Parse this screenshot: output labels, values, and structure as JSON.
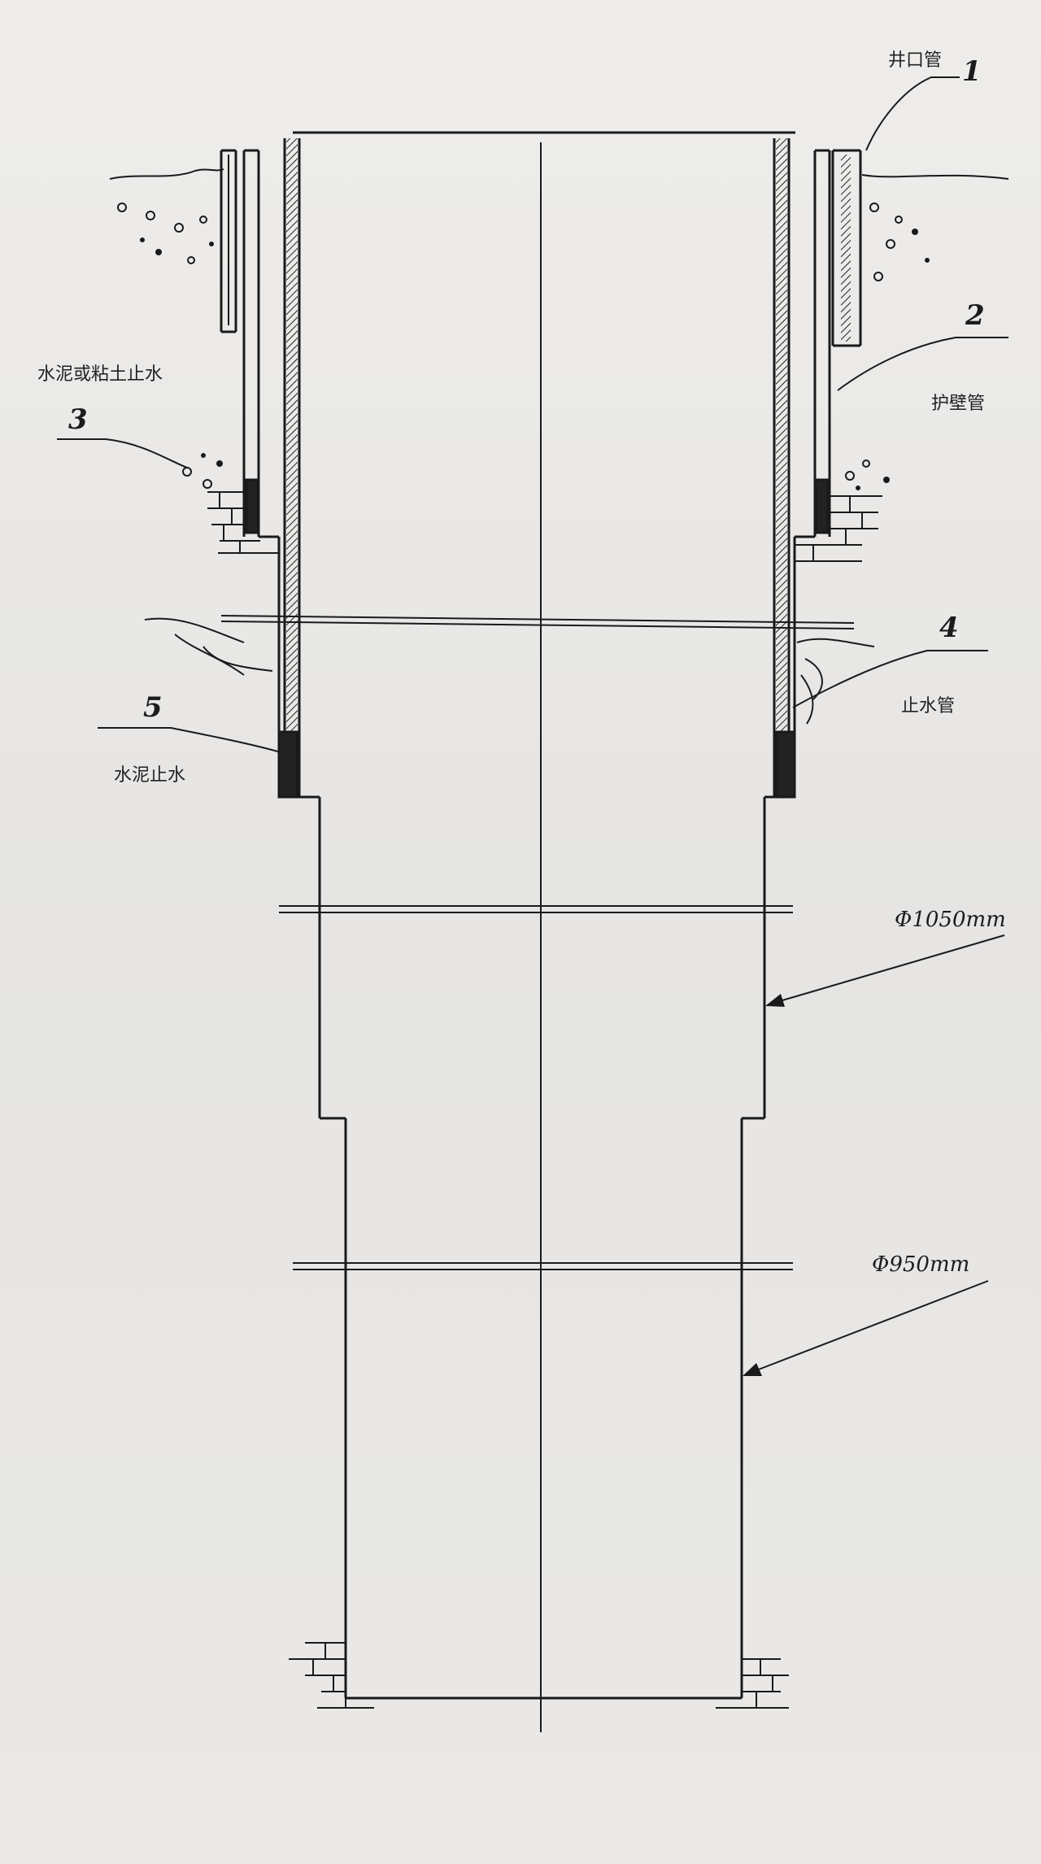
{
  "labels": {
    "wellhead_pipe": "井口管",
    "cement_or_clay_seal": "水泥或粘土止水",
    "casing_pipe": "护壁管",
    "water_stop_pipe": "止水管",
    "cement_seal": "水泥止水"
  },
  "callouts": {
    "n1": "1",
    "n2": "2",
    "n3": "3",
    "n4": "4",
    "n5": "5"
  },
  "diameters": {
    "d1050": "Φ1050mm",
    "d950": "Φ950mm"
  }
}
